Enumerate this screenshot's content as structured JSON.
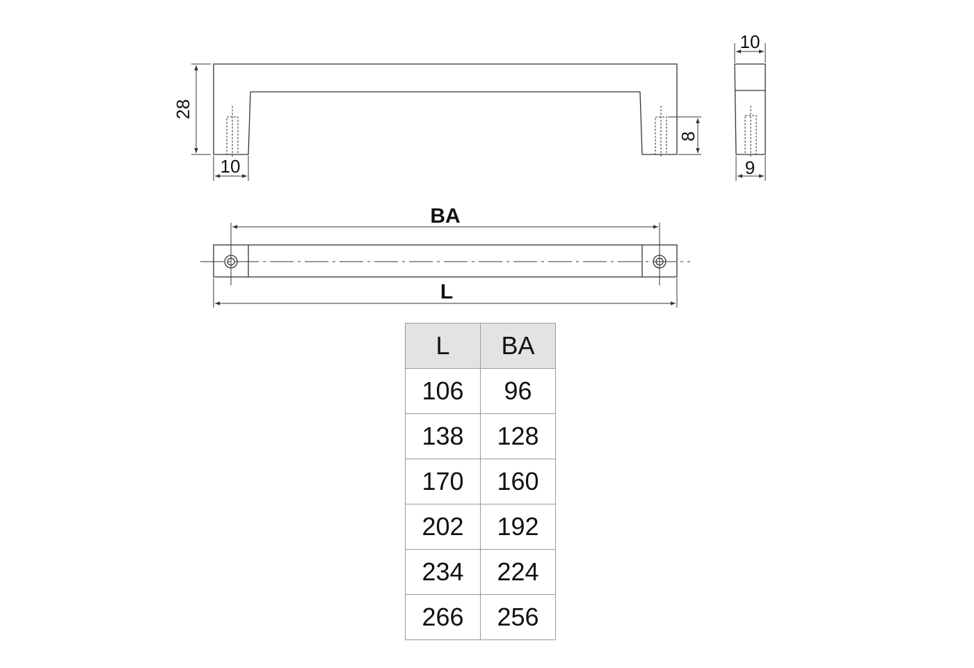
{
  "dimensions": {
    "height": "28",
    "post_width": "10",
    "thread_depth": "8",
    "side_width_top": "10",
    "side_width_bottom": "9",
    "ba_label": "BA",
    "l_label": "L"
  },
  "table": {
    "headers": [
      "L",
      "BA"
    ],
    "rows": [
      [
        "106",
        "96"
      ],
      [
        "138",
        "128"
      ],
      [
        "170",
        "160"
      ],
      [
        "202",
        "192"
      ],
      [
        "234",
        "224"
      ],
      [
        "266",
        "256"
      ]
    ]
  },
  "colors": {
    "line": "#333333",
    "header_bg": "#e3e3e3",
    "grid": "#9a9a9a"
  }
}
